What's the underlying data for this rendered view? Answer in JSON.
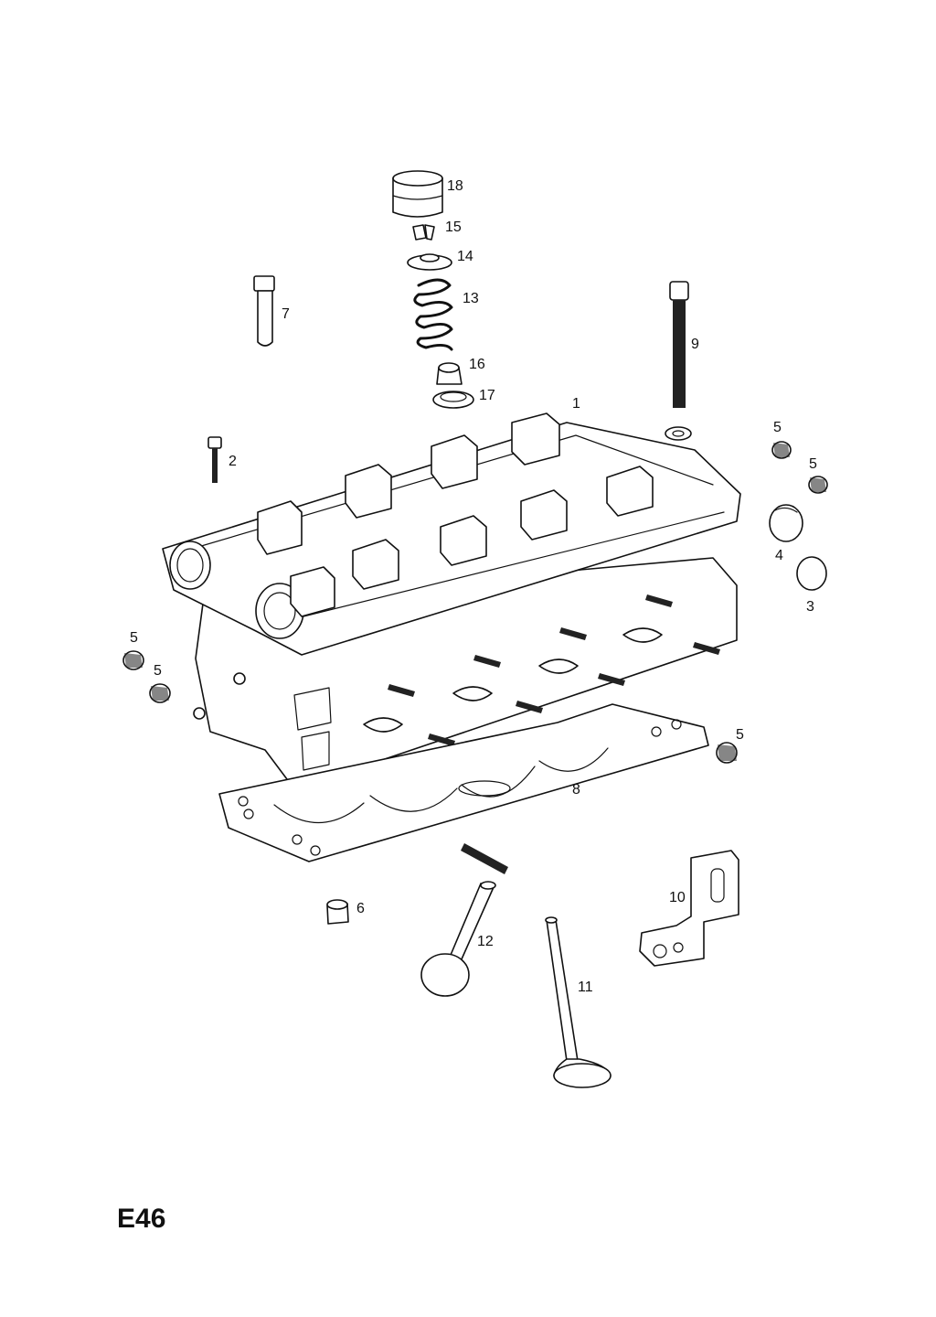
{
  "page_code": "E46",
  "labels": {
    "l1": "1",
    "l2": "2",
    "l3": "3",
    "l4": "4",
    "l5a": "5",
    "l5b": "5",
    "l5c": "5",
    "l5d": "5",
    "l5e": "5",
    "l6": "6",
    "l7": "7",
    "l8": "8",
    "l9": "9",
    "l10": "10",
    "l11": "11",
    "l12": "12",
    "l13": "13",
    "l14": "14",
    "l15": "15",
    "l16": "16",
    "l17": "17",
    "l18": "18"
  }
}
